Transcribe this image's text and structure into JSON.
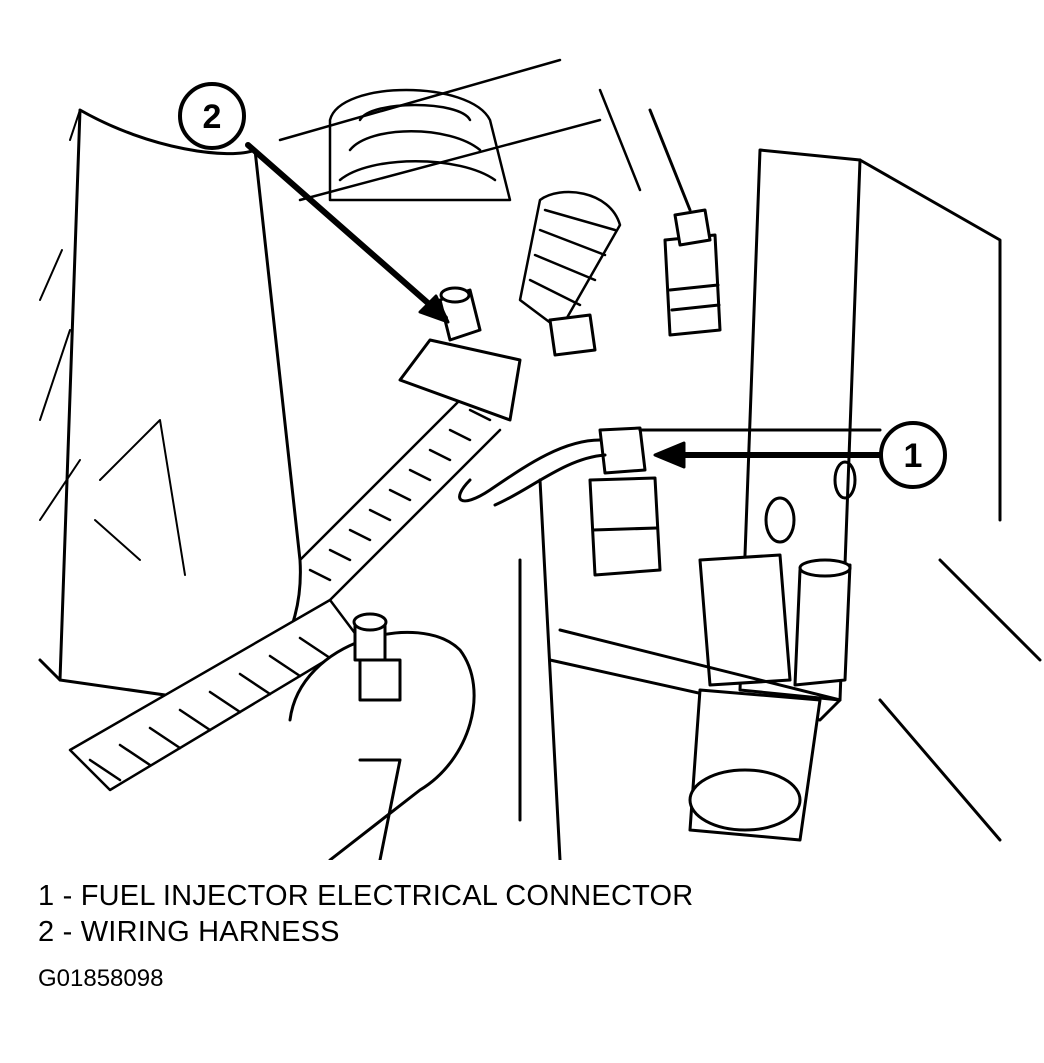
{
  "callouts": [
    {
      "number": "1"
    },
    {
      "number": "2"
    }
  ],
  "legend": [
    {
      "number": "1",
      "separator": "-",
      "label": "FUEL INJECTOR ELECTRICAL CONNECTOR"
    },
    {
      "number": "2",
      "separator": "-",
      "label": "WIRING HARNESS"
    }
  ],
  "figure_id": "G01858098",
  "colors": {
    "ink": "#000000",
    "paper": "#ffffff"
  }
}
